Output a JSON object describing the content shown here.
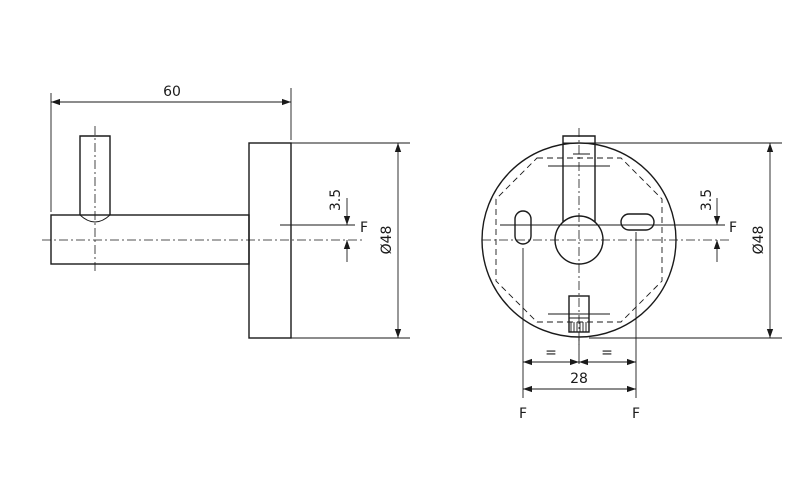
{
  "side_view": {
    "width_dim": "60",
    "offset_dim": "3.5",
    "offset_ref": "F",
    "diameter_dim": "Ø48"
  },
  "front_view": {
    "offset_dim": "3.5",
    "offset_ref": "F",
    "diameter_dim": "Ø48",
    "equal_left": "=",
    "equal_right": "=",
    "spacing_dim": "28",
    "ref_left": "F",
    "ref_right": "F"
  }
}
